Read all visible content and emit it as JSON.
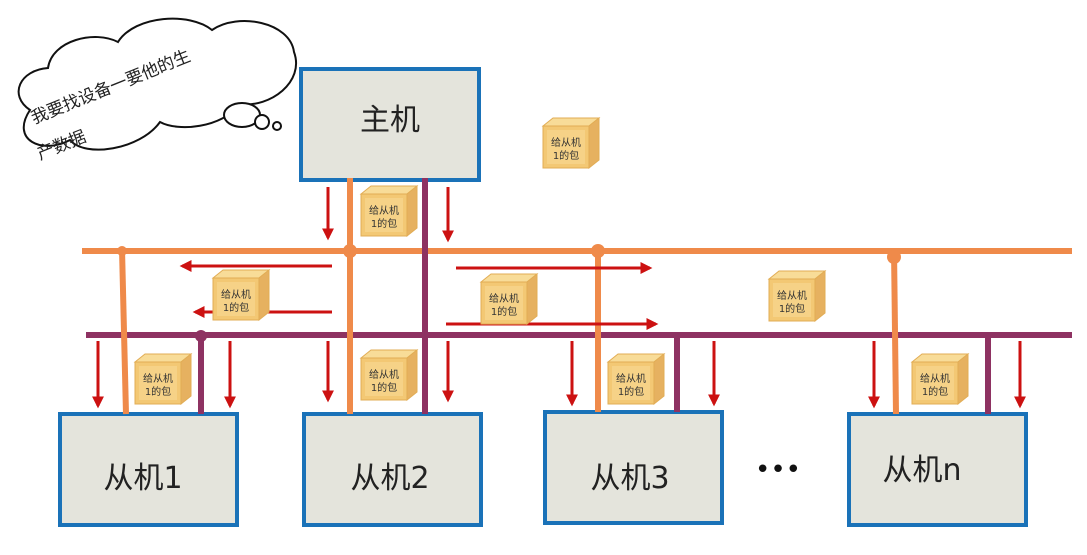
{
  "thought_bubble": {
    "line1": "我要找设备一要他的生",
    "line2": "产数据"
  },
  "master": {
    "label": "主机"
  },
  "slaves": [
    {
      "label": "从机1"
    },
    {
      "label": "从机2"
    },
    {
      "label": "从机3"
    },
    {
      "label": "从机n"
    }
  ],
  "ellipsis": "•••",
  "package": {
    "line1": "给从机",
    "line2": "1的包"
  },
  "colors": {
    "box_fill": "#e4e4dc",
    "box_border": "#1a72b8",
    "orange_bus": "#ef8a4a",
    "purple_bus": "#8e3262",
    "arrow_red": "#cc1111",
    "package_fill": "#f3c874"
  }
}
